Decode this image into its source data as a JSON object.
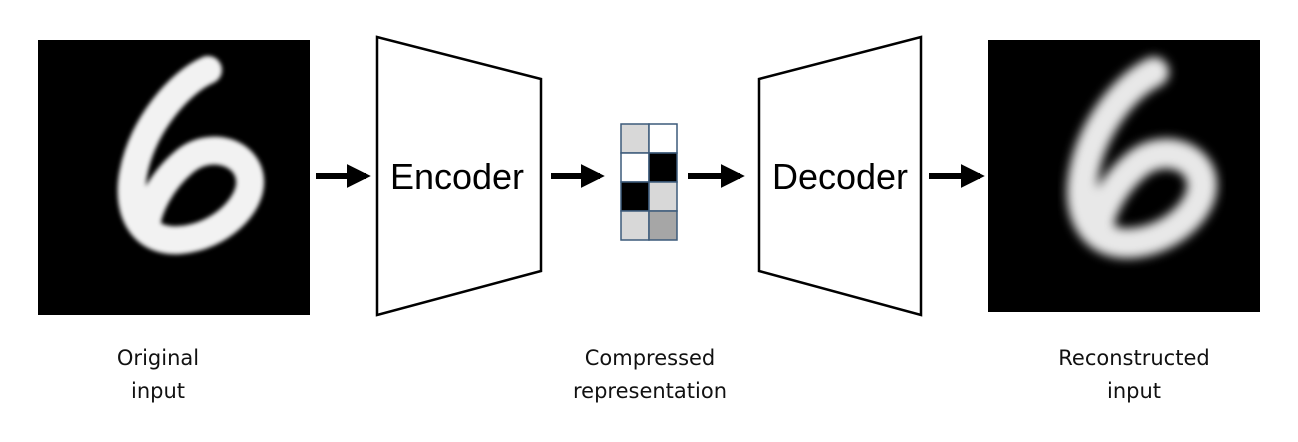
{
  "blocks": {
    "encoder": "Encoder",
    "decoder": "Decoder"
  },
  "captions": {
    "original_line1": "Original",
    "original_line2": "input",
    "compressed_line1": "Compressed",
    "compressed_line2": "representation",
    "reconstructed_line1": "Reconstructed",
    "reconstructed_line2": "input"
  },
  "colors": {
    "image_background": "#000000",
    "digit_stroke": "#f2f2f2",
    "block_outline": "#000000",
    "arrow": "#000000",
    "code_grid_border": "#3c5a7a"
  },
  "code_cells": [
    "#d8d8d8",
    "#ffffff",
    "#ffffff",
    "#000000",
    "#000000",
    "#d8d8d8",
    "#d8d8d8",
    "#a6a6a6"
  ]
}
